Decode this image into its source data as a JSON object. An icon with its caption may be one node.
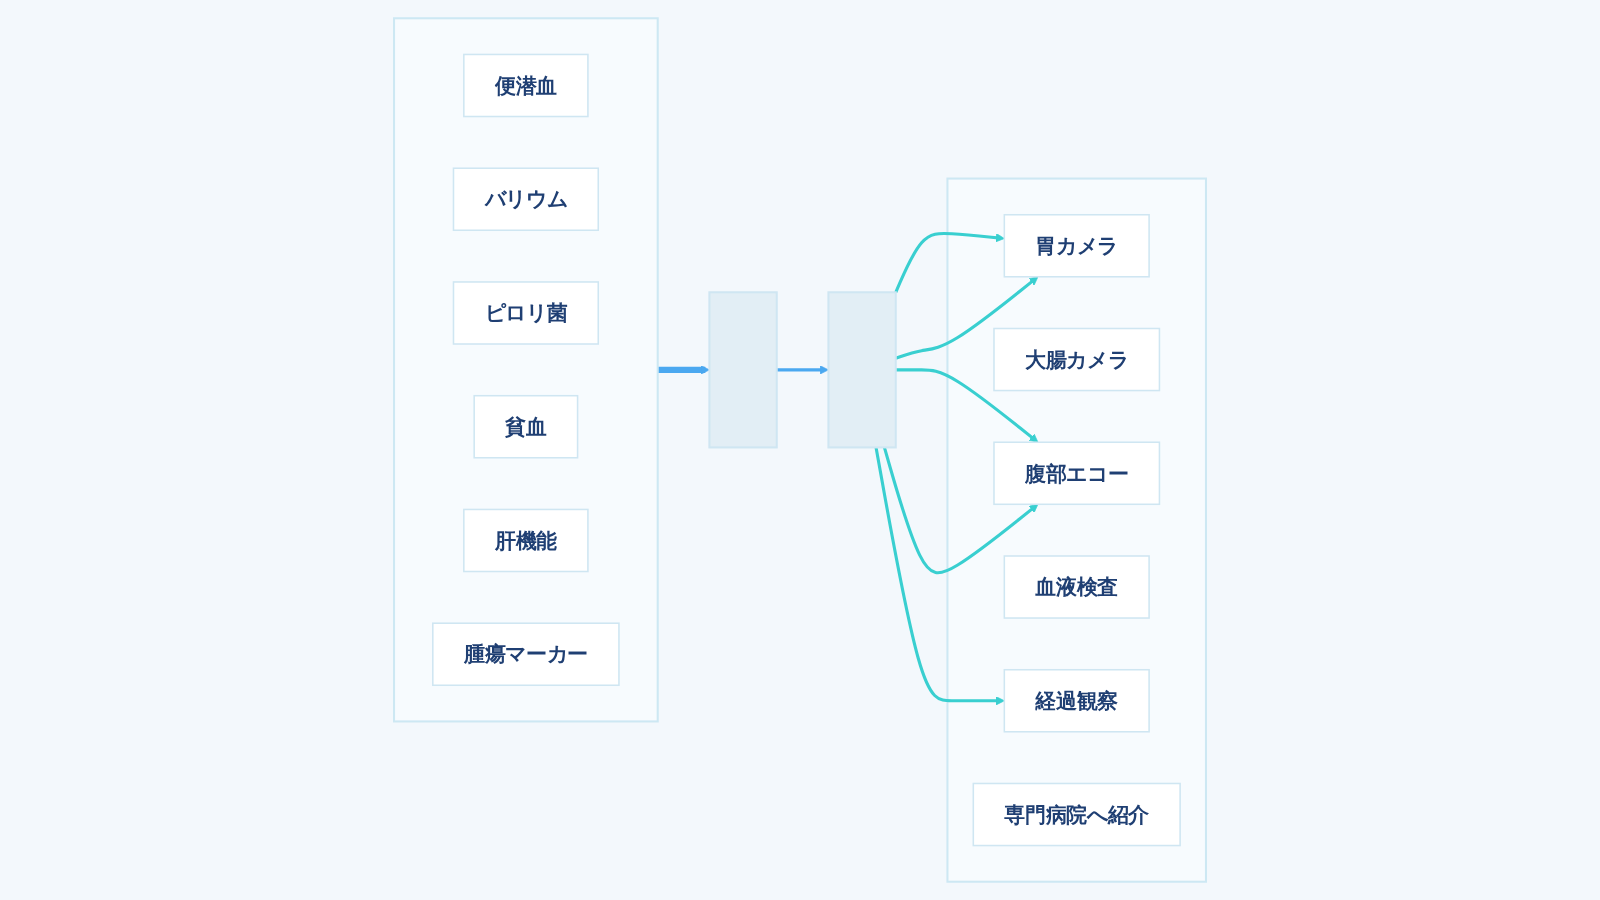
{
  "diagram": {
    "nodes": [
      {
        "text": [],
        "shape": "box"
      },
      {
        "text": [
          "便潜血"
        ],
        "in": 0
      },
      {
        "text": [
          "バリウム"
        ],
        "in": 0
      },
      {
        "text": [
          "ピロリ菌"
        ],
        "in": 0
      },
      {
        "text": [
          "貧血"
        ],
        "in": 0
      },
      {
        "text": [
          "肝機能"
        ],
        "in": 0
      },
      {
        "text": [
          "腫瘍マーカー"
        ],
        "in": 0
      },
      {
        "text": [],
        "shape": "box"
      },
      {
        "text": [],
        "shape": "box"
      },
      {
        "text": [],
        "shape": "box"
      },
      {
        "text": [
          "胃カメラ"
        ],
        "in": 9
      },
      {
        "text": [
          "大腸カメラ"
        ],
        "in": 9
      },
      {
        "text": [
          "腹部エコー"
        ],
        "in": 9
      },
      {
        "text": [
          "血液検査"
        ],
        "in": 9
      },
      {
        "text": [
          "経過観察"
        ],
        "in": 9
      },
      {
        "text": [
          "専門病院へ紹介"
        ],
        "in": 9
      }
    ],
    "edges": [
      {
        "from": 0,
        "to": 7,
        "arrow": "to",
        "style": "thick",
        "color": "#4aa8f0"
      },
      {
        "from": 7,
        "to": 8,
        "arrow": "to",
        "color": "#4aa8f0"
      },
      {
        "from": 8,
        "to": 10,
        "arrow": "to"
      },
      {
        "from": 8,
        "to": 10,
        "arrow": "to"
      },
      {
        "from": 8,
        "to": 12,
        "arrow": "to"
      },
      {
        "from": 8,
        "to": 12,
        "arrow": "to"
      },
      {
        "from": 8,
        "to": 14,
        "arrow": "to"
      }
    ]
  }
}
